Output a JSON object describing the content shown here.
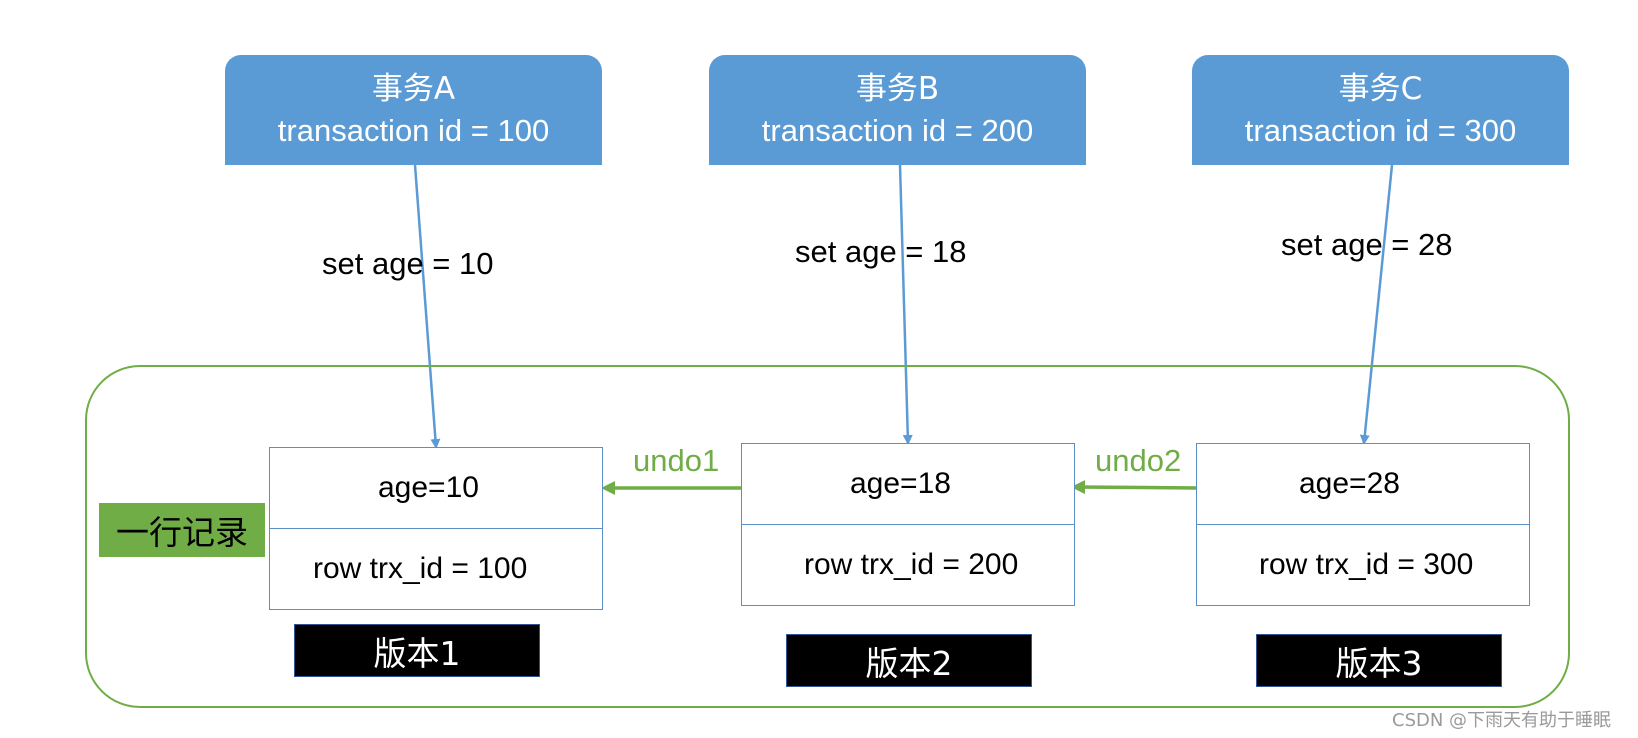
{
  "transactions": [
    {
      "title": "事务A",
      "id_text": "transaction id = 100",
      "op": "set age = 10"
    },
    {
      "title": "事务B",
      "id_text": "transaction id = 200",
      "op": "set age = 18"
    },
    {
      "title": "事务C",
      "id_text": "transaction id = 300",
      "op": "set age = 28"
    }
  ],
  "record_label": "一行记录",
  "versions": [
    {
      "age": "age=10",
      "trx": "row trx_id = 100",
      "label": "版本1"
    },
    {
      "age": "age=18",
      "trx": "row trx_id = 200",
      "label": "版本2"
    },
    {
      "age": "age=28",
      "trx": "row trx_id = 300",
      "label": "版本3"
    }
  ],
  "undo": [
    "undo1",
    "undo2"
  ],
  "watermark": "CSDN @下雨天有助于睡眠",
  "colors": {
    "transaction": "#5b9bd5",
    "record": "#70ad47",
    "version_border": "#5b8fc7",
    "version_label": "#000000"
  }
}
